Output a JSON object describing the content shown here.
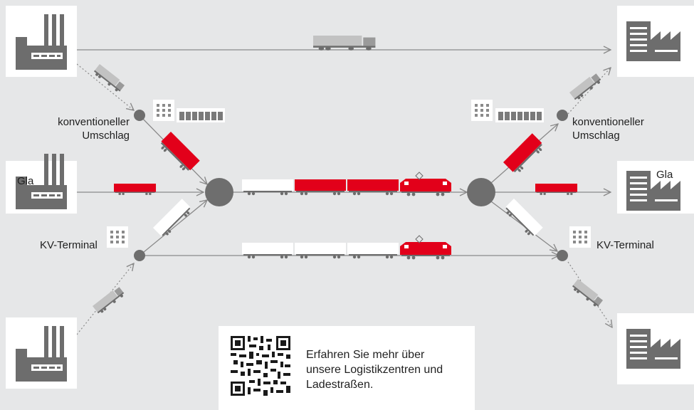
{
  "labels": {
    "conv_left_line1": "konventioneller",
    "conv_left_line2": "Umschlag",
    "conv_right_line1": "konventioneller",
    "conv_right_line2": "Umschlag",
    "gla_left": "Gla",
    "gla_right": "Gla",
    "kv_left": "KV-Terminal",
    "kv_right": "KV-Terminal"
  },
  "info": {
    "line1": "Erfahren Sie mehr über",
    "line2": "unsere Logistikzentren und",
    "line3": "Ladestraßen."
  },
  "colors": {
    "background": "#e6e7e8",
    "box": "#ffffff",
    "line": "#8a8a8a",
    "node": "#6e6e6e",
    "red": "#e2001a",
    "factory": "#6d6d6d",
    "truck": "#c2c2c2"
  },
  "icons": {
    "factory": "factory-icon",
    "warehouse": "warehouse-icon",
    "truck": "truck-icon",
    "wagon": "freight-wagon-icon",
    "locomotive": "locomotive-icon",
    "qr": "qr-code-icon"
  }
}
